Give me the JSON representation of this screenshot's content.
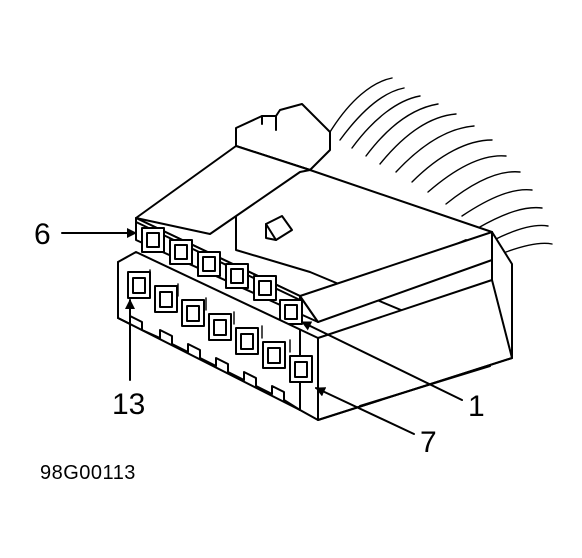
{
  "figure": {
    "id_label": "98G00113",
    "subject": "connector-terminal-numbering"
  },
  "callouts": [
    {
      "key": "pin-6",
      "label": "6"
    },
    {
      "key": "pin-13",
      "label": "13"
    },
    {
      "key": "pin-1",
      "label": "1"
    },
    {
      "key": "pin-7",
      "label": "7"
    }
  ]
}
